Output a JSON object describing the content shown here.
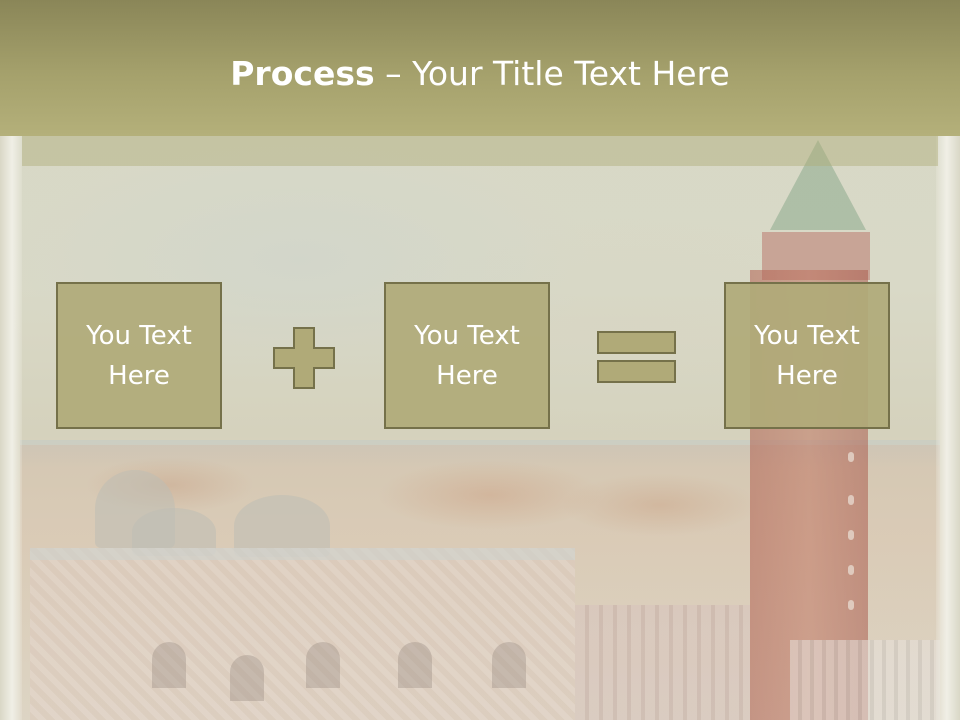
{
  "header": {
    "title_bold": "Process",
    "title_rest": " – Your Title Text Here"
  },
  "boxes": [
    {
      "text": "You Text\nHere"
    },
    {
      "text": "You Text\nHere"
    },
    {
      "text": "You Text\nHere"
    }
  ],
  "operators": {
    "first": "plus-icon",
    "second": "equals-icon"
  },
  "colors": {
    "header": "#a5a16c",
    "box_fill": "#b0aa78",
    "box_border": "#75714a",
    "title_text": "#ffffff"
  }
}
